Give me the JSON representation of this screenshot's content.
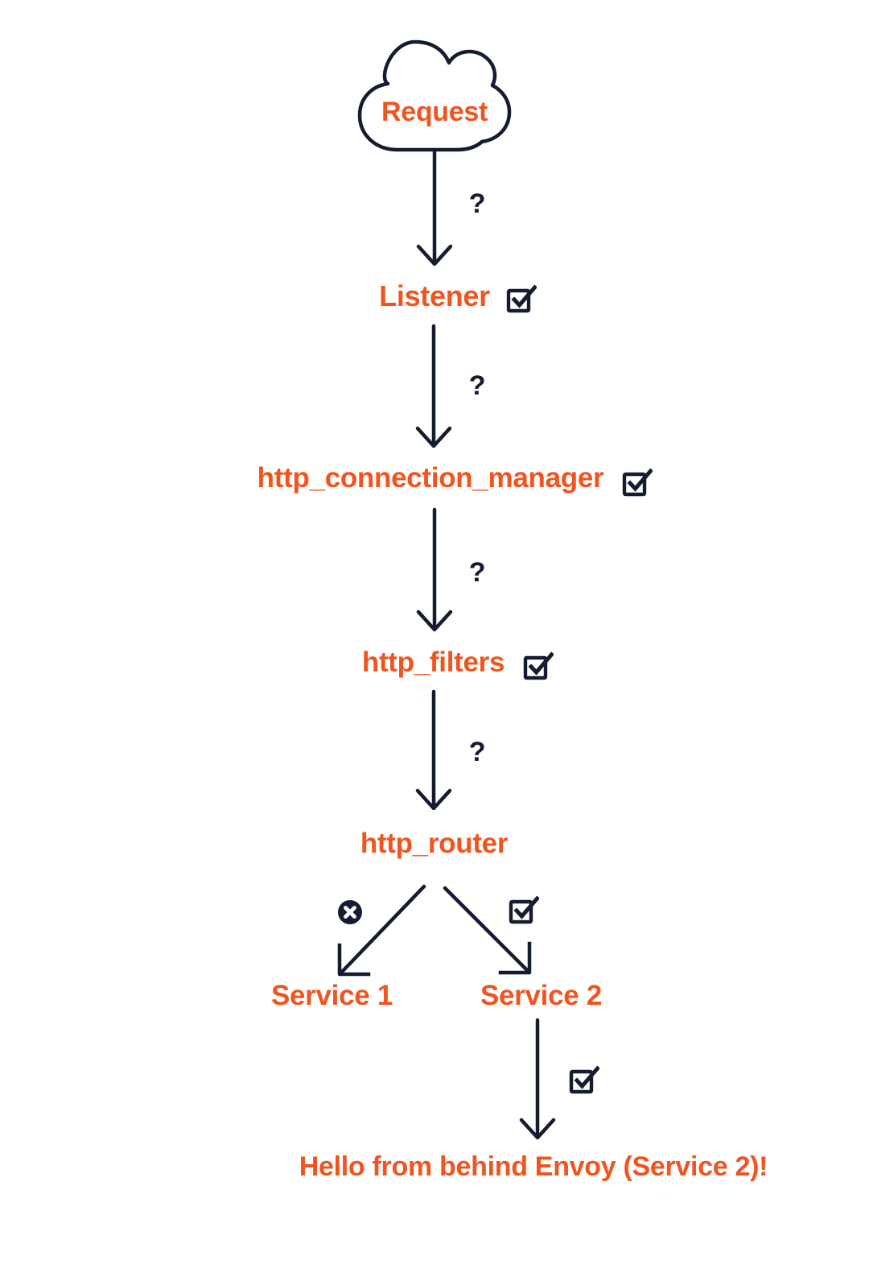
{
  "palette": {
    "navy": "#151C30",
    "orange": "#F1541F",
    "background": "#FFFFFF"
  },
  "nodes": {
    "request": "Request",
    "listener": "Listener",
    "http_connection_manager": "http_connection_manager",
    "http_filters": "http_filters",
    "http_router": "http_router",
    "service_1": "Service 1",
    "service_2": "Service 2",
    "result": "Hello from behind Envoy (Service 2)!"
  },
  "edge_labels": {
    "question": "?"
  },
  "icons": {
    "cloud": "cloud-icon",
    "checked": "checkbox-checked-icon",
    "rejected": "x-circle-icon",
    "arrow": "arrow-down-icon"
  }
}
